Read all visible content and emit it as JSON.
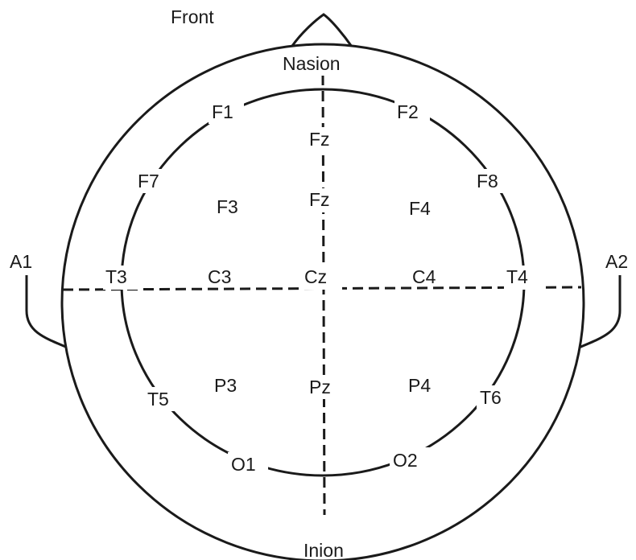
{
  "labels": {
    "front": "Front",
    "nasion": "Nasion",
    "inion": "Inion",
    "left_ear": "A1",
    "right_ear": "A2"
  },
  "electrodes": {
    "f1": "F1",
    "f2": "F2",
    "fz_upper": "Fz",
    "f7": "F7",
    "f8": "F8",
    "f3": "F3",
    "fz_lower": "Fz",
    "f4": "F4",
    "t3": "T3",
    "c3": "C3",
    "cz": "Cz",
    "c4": "C4",
    "t4": "T4",
    "t5": "T5",
    "p3": "P3",
    "pz": "Pz",
    "p4": "P4",
    "t6": "T6",
    "o1": "O1",
    "o2": "O2"
  },
  "colors": {
    "ink": "#1a1a1a",
    "background": "#ffffff"
  }
}
